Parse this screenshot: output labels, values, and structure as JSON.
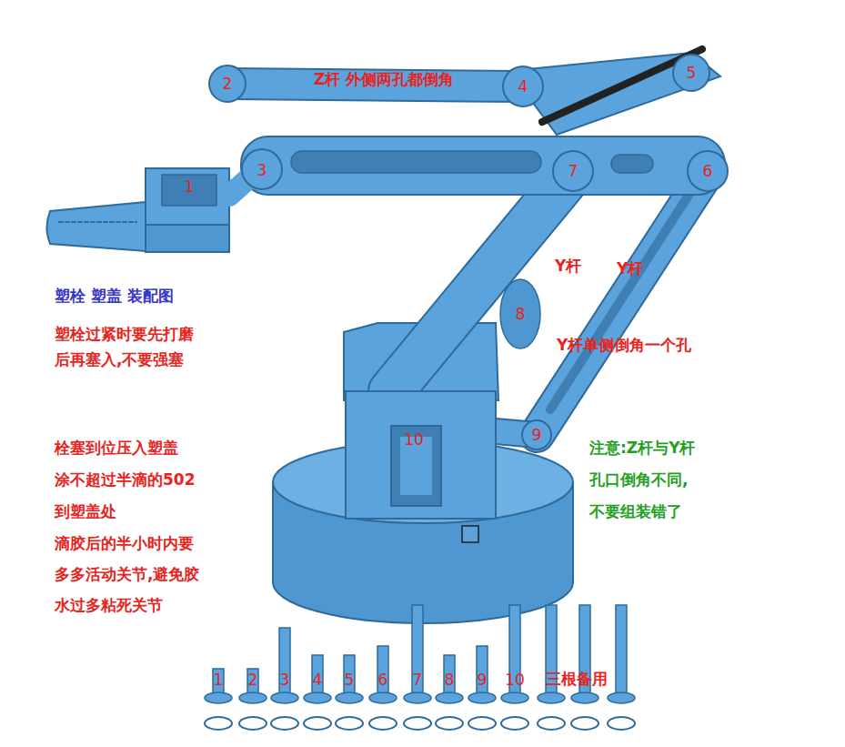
{
  "diagram": {
    "labels": [
      "Z杆 外侧两孔都倒角",
      "1",
      "2",
      "3",
      "4",
      "5",
      "6",
      "7",
      "8",
      "9",
      "10",
      "Y杆",
      "Y杆",
      "Y杆单侧倒角一个孔",
      "塑栓 塑盖 装配图",
      "塑栓过紧时要先打磨",
      "后再塞入,不要强塞",
      "栓塞到位压入塑盖",
      "涂不超过半滴的502",
      "到塑盖处",
      "滴胶后的半小时内要",
      "多多活动关节,避免胶",
      "水过多粘死关节",
      "注意:Z杆与Y杆",
      "孔口倒角不同,",
      "不要组装错了",
      "1",
      "2",
      "3",
      "4",
      "5",
      "6",
      "7",
      "8",
      "9",
      "10",
      "三根备用"
    ]
  }
}
